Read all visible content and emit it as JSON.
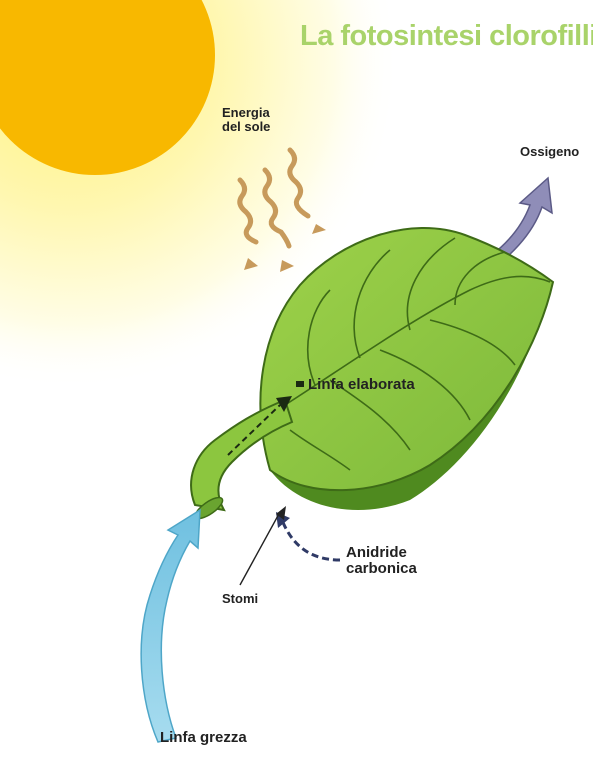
{
  "title": "La fotosintesi clorofilliana",
  "labels": {
    "sun_energy_line1": "Energia",
    "sun_energy_line2": "del sole",
    "oxygen": "Ossigeno",
    "elaborated_sap": "Linfa elaborata",
    "carbon_dioxide_line1": "Anidride",
    "carbon_dioxide_line2": "carbonica",
    "stomata": "Stomi",
    "raw_sap": "Linfa grezza"
  },
  "colors": {
    "title": "#a9d36a",
    "sun": "#f8b800",
    "sun_glow": "#fff59d",
    "leaf": "#8cc63f",
    "leaf_dark": "#4f8a1f",
    "sun_rays": "#c79a5b",
    "oxygen_arrow": "#8f8db8",
    "raw_sap_arrow": "#8fd0ea",
    "co2_arrow": "#2f3a66"
  }
}
